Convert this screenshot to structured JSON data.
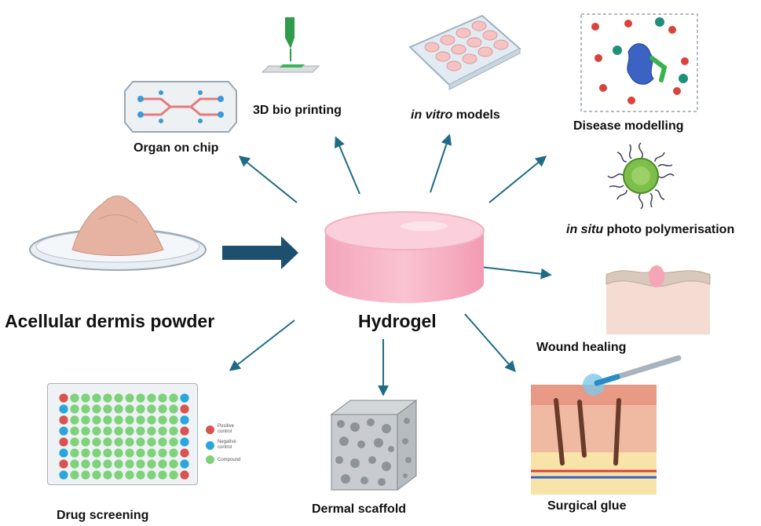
{
  "center": {
    "label": "Hydrogel"
  },
  "source": {
    "label": "Acellular dermis powder"
  },
  "applications": {
    "organ_on_chip": "Organ on chip",
    "bio_printing": "3D bio printing",
    "in_vitro_italic": "in vitro",
    "in_vitro_rest": " models",
    "disease_modelling": "Disease modelling",
    "in_situ_italic": "in situ",
    "in_situ_rest": " photo polymerisation",
    "wound_healing": "Wound healing",
    "surgical_glue": "Surgical glue",
    "dermal_scaffold": "Dermal  scaffold",
    "drug_screening": "Drug screening"
  },
  "plate_legend": {
    "positive": "Positive control",
    "negative": "Negative control",
    "compound": "Compound"
  },
  "colors": {
    "arrow": "#1f6b85",
    "big_arrow": "#1d4f6e",
    "hydrogel": "#f7b8c8",
    "positive": "#d9534f",
    "negative": "#2aa6dc",
    "compound": "#7ed27a"
  }
}
